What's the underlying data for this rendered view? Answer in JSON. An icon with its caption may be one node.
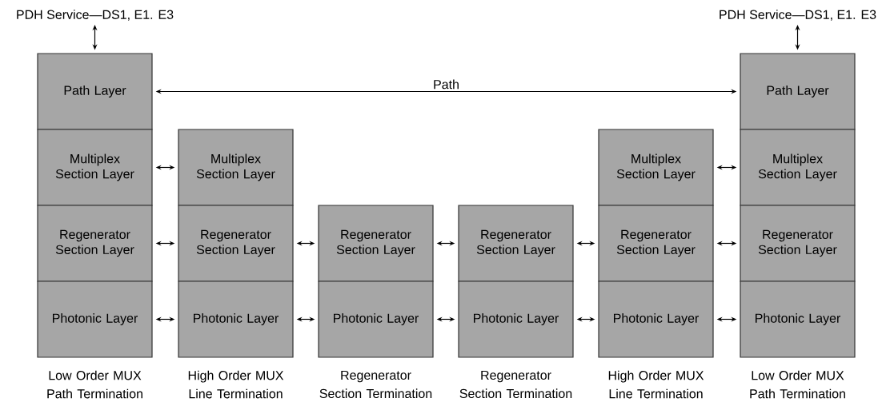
{
  "diagram": {
    "nodes": [
      {
        "text": [
          "PDH Service—DS1, E1. E3"
        ]
      },
      {
        "text": [
          "PDH Service—DS1, E1. E3"
        ]
      },
      {
        "text": [
          "Path Layer"
        ]
      },
      {
        "text": [
          "Path Layer"
        ]
      },
      {
        "text": [
          "Multiplex Section Layer"
        ]
      },
      {
        "text": [
          "Multiplex Section Layer"
        ]
      },
      {
        "text": [
          "Multiplex Section Layer"
        ]
      },
      {
        "text": [
          "Multiplex Section Layer"
        ]
      },
      {
        "text": [
          "Regenerator Section Layer"
        ]
      },
      {
        "text": [
          "Regenerator Section Layer"
        ]
      },
      {
        "text": [
          "Regenerator Section Layer"
        ]
      },
      {
        "text": [
          "Regenerator Section Layer"
        ]
      },
      {
        "text": [
          "Regenerator Section Layer"
        ]
      },
      {
        "text": [
          "Regenerator Section Layer"
        ]
      },
      {
        "text": [
          "Photonic Layer"
        ]
      },
      {
        "text": [
          "Photonic Layer"
        ]
      },
      {
        "text": [
          "Photonic Layer"
        ]
      },
      {
        "text": [
          "Photonic Layer"
        ]
      },
      {
        "text": [
          "Photonic Layer"
        ]
      },
      {
        "text": [
          "Photonic Layer"
        ]
      }
    ],
    "edges": [
      {
        "from": 0,
        "to": 2,
        "arrow": "both"
      },
      {
        "from": 1,
        "to": 3,
        "arrow": "both"
      },
      {
        "from": 2,
        "to": 3,
        "arrow": "both",
        "label": "Path"
      },
      {
        "from": 4,
        "to": 5,
        "arrow": "both"
      },
      {
        "from": 6,
        "to": 7,
        "arrow": "both"
      },
      {
        "from": 8,
        "to": 9,
        "arrow": "both"
      },
      {
        "from": 9,
        "to": 10,
        "arrow": "both"
      },
      {
        "from": 10,
        "to": 11,
        "arrow": "both"
      },
      {
        "from": 11,
        "to": 12,
        "arrow": "both"
      },
      {
        "from": 12,
        "to": 13,
        "arrow": "both"
      },
      {
        "from": 14,
        "to": 15,
        "arrow": "both"
      },
      {
        "from": 15,
        "to": 16,
        "arrow": "both"
      },
      {
        "from": 16,
        "to": 17,
        "arrow": "both"
      },
      {
        "from": 17,
        "to": 18,
        "arrow": "both"
      },
      {
        "from": 18,
        "to": 19,
        "arrow": "both"
      }
    ],
    "labels": [
      "Low Order MUX Path Termination",
      "High Order MUX Line Termination",
      "Regenerator Section Termination",
      "Regenerator Section Termination",
      "High Order MUX Line Termination",
      "Low Order MUX Path Termination"
    ]
  }
}
